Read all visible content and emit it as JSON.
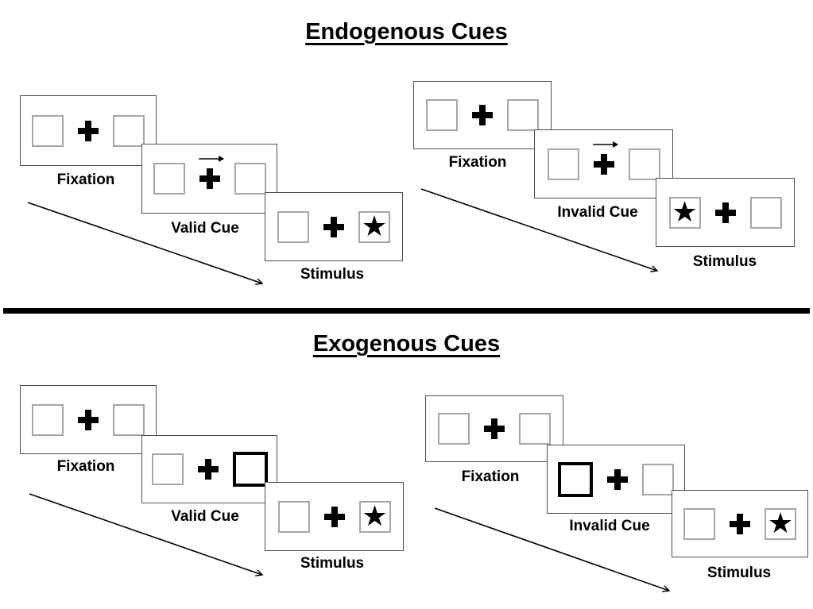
{
  "colors": {
    "background": "#ffffff",
    "panel_border": "#4d4d4d",
    "box_border": "#a6a6a6",
    "cue_box_border": "#000000",
    "ink": "#000000"
  },
  "icons": {
    "star": "★",
    "fixation_cross": "heavy-plus",
    "cue_arrow_direction": "right"
  },
  "sections": [
    {
      "title": "Endogenous Cues",
      "groups": [
        {
          "type": "valid-trial",
          "panels": [
            {
              "label": "Fixation"
            },
            {
              "label": "Valid Cue"
            },
            {
              "label": "Stimulus"
            }
          ]
        },
        {
          "type": "invalid-trial",
          "panels": [
            {
              "label": "Fixation"
            },
            {
              "label": "Invalid Cue"
            },
            {
              "label": "Stimulus"
            }
          ]
        }
      ]
    },
    {
      "title": "Exogenous Cues",
      "groups": [
        {
          "type": "valid-trial",
          "panels": [
            {
              "label": "Fixation"
            },
            {
              "label": "Valid Cue"
            },
            {
              "label": "Stimulus"
            }
          ]
        },
        {
          "type": "invalid-trial",
          "panels": [
            {
              "label": "Fixation"
            },
            {
              "label": "Invalid Cue"
            },
            {
              "label": "Stimulus"
            }
          ]
        }
      ]
    }
  ]
}
